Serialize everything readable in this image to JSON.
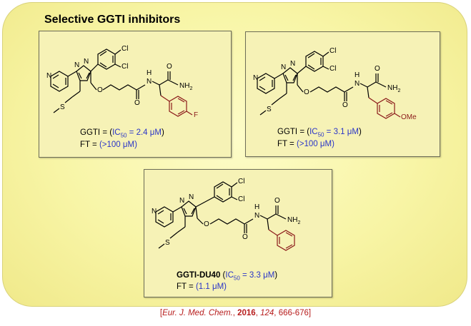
{
  "title": "Selective GGTI inhibitors",
  "atoms": {
    "N": "N",
    "Cl": "Cl",
    "O": "O",
    "S": "S",
    "H": "H",
    "NH2": "NH",
    "NH2_sub": "2",
    "F": "F",
    "OMe": "OMe"
  },
  "compounds": [
    {
      "label": "GGTI",
      "label_bold": false,
      "ic50_prefix": "IC",
      "ic50_sub": "50",
      "ic50_value": " = 2.4  μM",
      "ft_label": "FT = ",
      "ft_value": "(>100 μM)",
      "substituent": "F"
    },
    {
      "label": "GGTI",
      "label_bold": false,
      "ic50_prefix": "IC",
      "ic50_sub": "50",
      "ic50_value": " = 3.1  μM",
      "ft_label": "FT = ",
      "ft_value": "(>100 μM)",
      "substituent": "OMe"
    },
    {
      "label": "GGTI-DU40",
      "label_bold": true,
      "ic50_prefix": "IC",
      "ic50_sub": "50",
      "ic50_value": " = 3.3  μM",
      "ft_label": "FT = ",
      "ft_value": "(1.1 μM)",
      "substituent": ""
    }
  ],
  "eq": " = (",
  "close": ")",
  "reference": {
    "open": "[",
    "journal": "Eur. J. Med. Chem.",
    "year": "2016",
    "volume": "124",
    "pages": "666-676",
    "close": "]"
  }
}
